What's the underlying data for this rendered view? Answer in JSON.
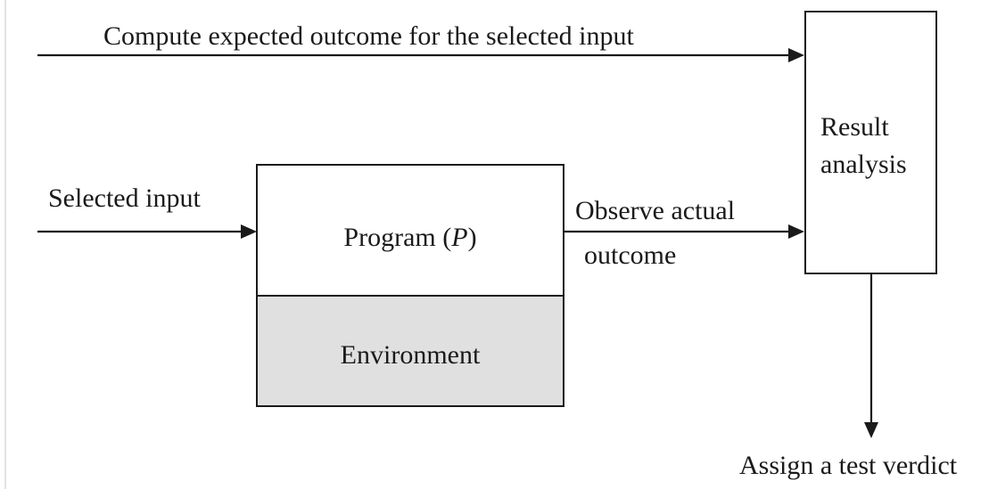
{
  "labels": {
    "expected_outcome": "Compute expected outcome for the selected input",
    "selected_input": "Selected input",
    "program_prefix": "Program (",
    "program_var": "P",
    "program_suffix": ")",
    "environment": "Environment",
    "observe_line1": "Observe actual",
    "observe_line2": "outcome",
    "result_line1": "Result",
    "result_line2": "analysis",
    "verdict": "Assign a test verdict"
  },
  "colors": {
    "stroke": "#1a1a1a",
    "environment_fill": "#e0e0e0",
    "box_fill": "#ffffff"
  }
}
